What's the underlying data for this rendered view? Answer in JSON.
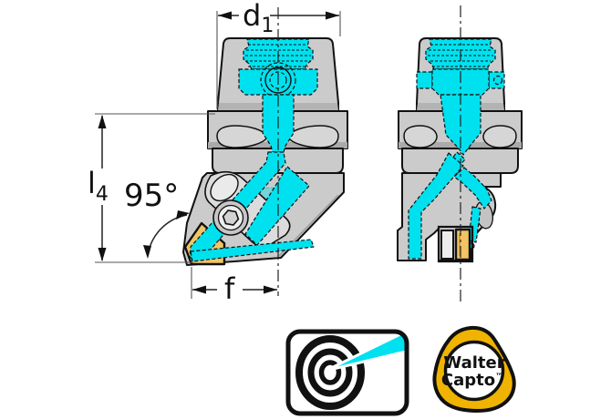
{
  "dimensions": {
    "d1": {
      "base": "d",
      "sub": "1"
    },
    "l4": {
      "base": "l",
      "sub": "4"
    },
    "angle_label": "95°",
    "f_label": "f"
  },
  "logos": {
    "precision_target": {
      "name": "precision-target-logo"
    },
    "walter_capto": {
      "line1": "Walter",
      "line2": "Capto",
      "trademark": "™"
    }
  },
  "colors": {
    "highlight_cyan": "#00E1EF",
    "body_gray": "#CBCBCB",
    "insert_gold": "#F2C464",
    "capto_yellow": "#F0B400",
    "outline_black": "#111111"
  }
}
